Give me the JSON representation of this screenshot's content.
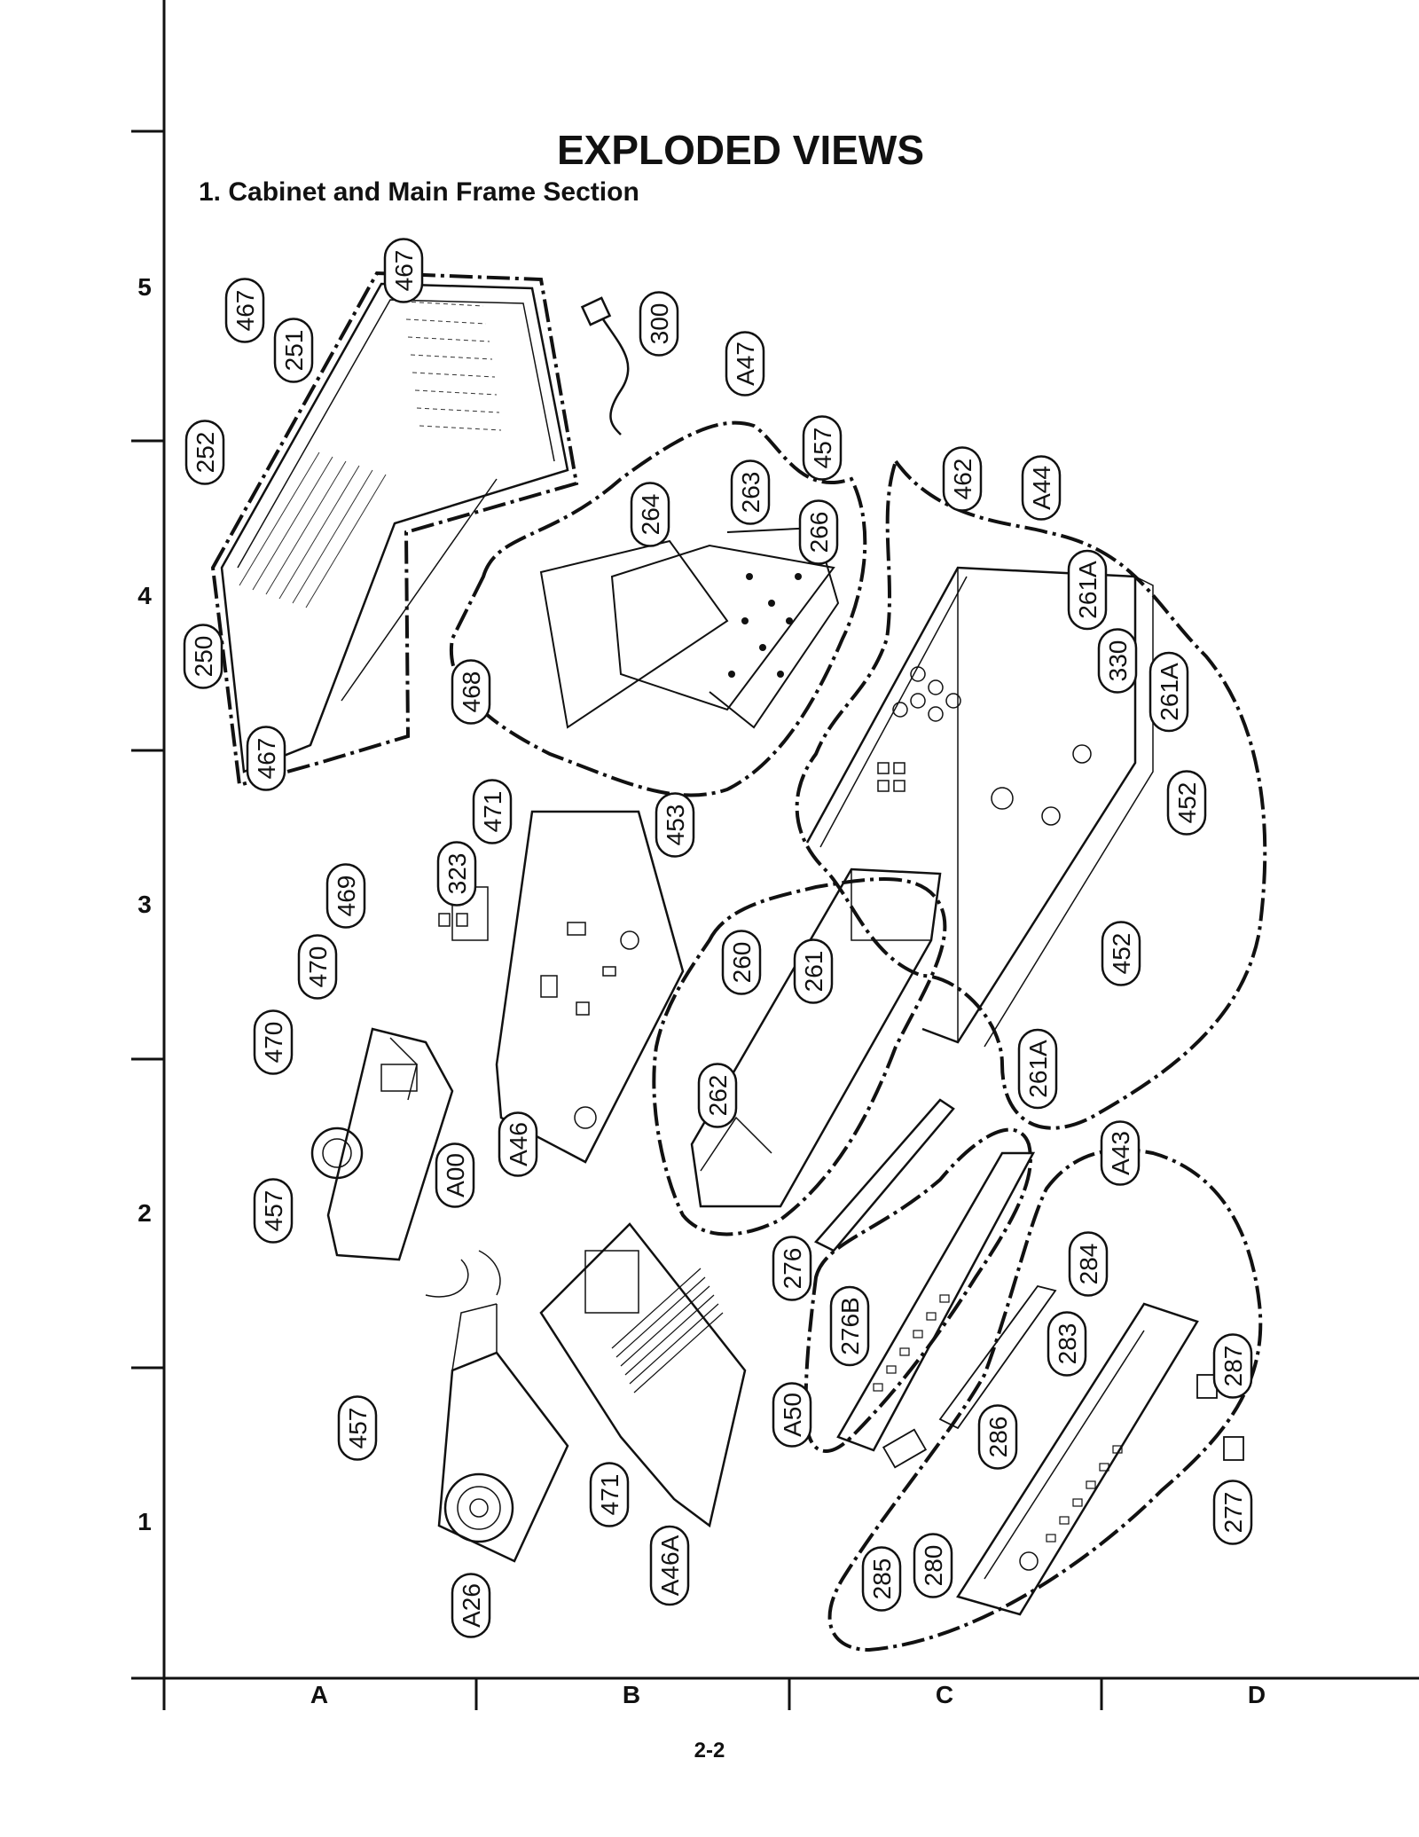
{
  "page": {
    "title": "EXPLODED VIEWS",
    "subtitle": "1. Cabinet and Main Frame Section",
    "page_number": "2-2"
  },
  "grid": {
    "rows": [
      "5",
      "4",
      "3",
      "2",
      "1"
    ],
    "columns": [
      "A",
      "B",
      "C",
      "D"
    ]
  },
  "callouts": [
    "467",
    "251",
    "252",
    "250",
    "467",
    "467",
    "300",
    "264",
    "263",
    "457",
    "266",
    "468",
    "453",
    "A47",
    "462",
    "A44",
    "261A",
    "330",
    "261A",
    "452",
    "452",
    "261A",
    "471",
    "323",
    "469",
    "470",
    "470",
    "457",
    "A00",
    "A46",
    "260",
    "261",
    "262",
    "276",
    "276B",
    "A50",
    "A43",
    "284",
    "283",
    "287",
    "286",
    "277",
    "285",
    "280",
    "457",
    "A26",
    "471",
    "A46A"
  ]
}
